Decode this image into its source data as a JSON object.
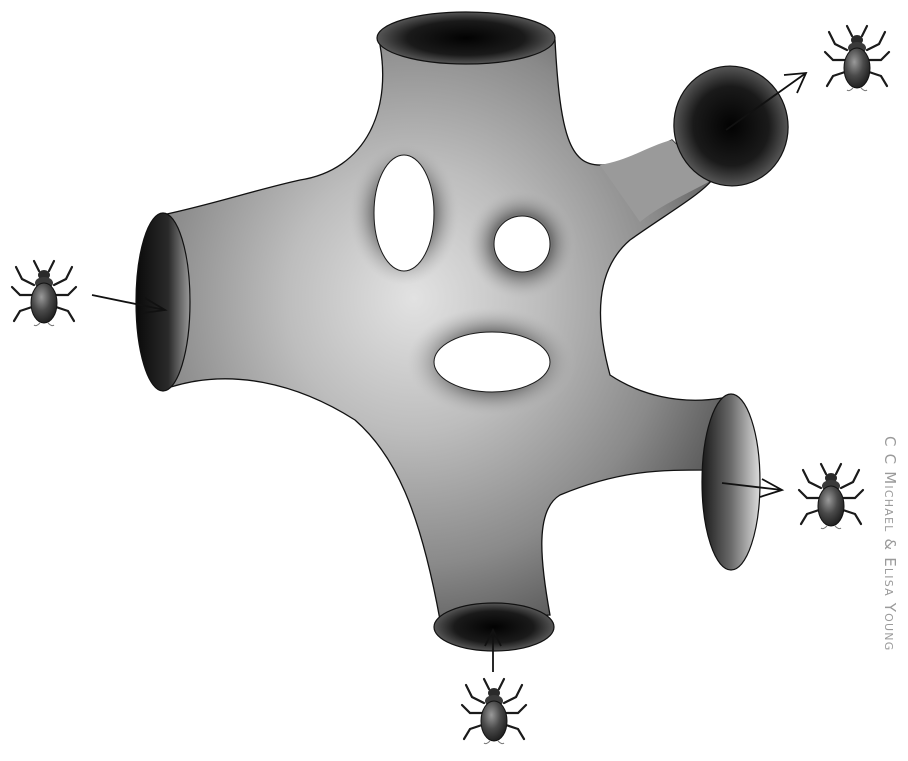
{
  "credit": "C C Michael & Elisa Young",
  "colors": {
    "surface_light": "#c9c9c9",
    "surface_mid": "#8e8e8e",
    "surface_dark": "#3a3a3a",
    "hole_dark": "#050505",
    "outline": "#111111",
    "bug_body": "#4a4a4a",
    "background": "#ffffff"
  },
  "figure": {
    "surface": "branched tube surface with three interior holes",
    "openings": [
      "top",
      "top-right",
      "left",
      "right",
      "bottom"
    ],
    "holes": 3,
    "bugs": [
      {
        "name": "left",
        "arrow": "in"
      },
      {
        "name": "top-right",
        "arrow": "out"
      },
      {
        "name": "right",
        "arrow": "out"
      },
      {
        "name": "bottom",
        "arrow": "in"
      }
    ]
  }
}
